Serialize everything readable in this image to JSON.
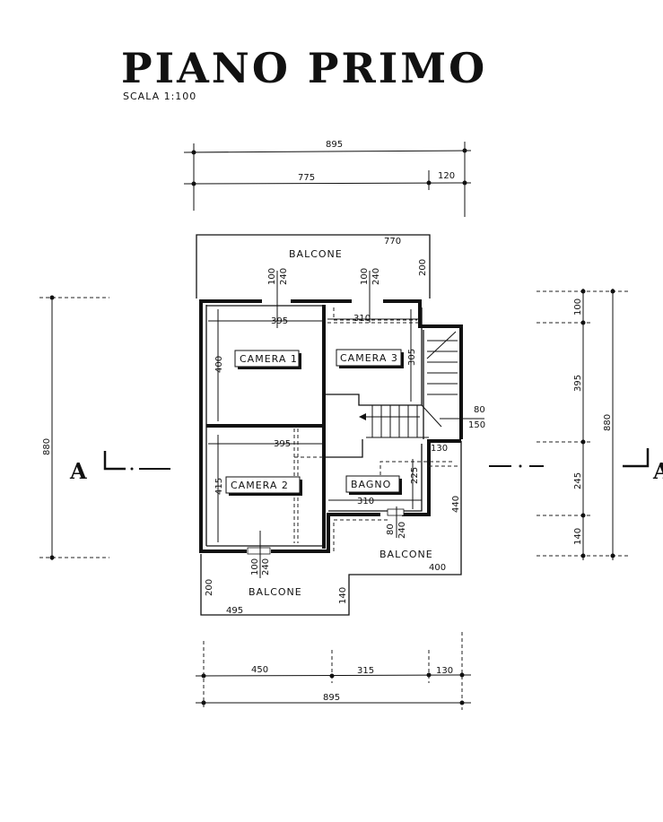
{
  "title": "PIANO PRIMO",
  "scale": "SCALA 1:100",
  "section_marker": "A",
  "rooms": {
    "camera1": "CAMERA 1",
    "camera2": "CAMERA 2",
    "camera3": "CAMERA 3",
    "bagno": "BAGNO",
    "balcone": "BALCONE"
  },
  "dims": {
    "top_total": "895",
    "top_a": "775",
    "top_b": "120",
    "bottom_total": "895",
    "bottom_a": "450",
    "bottom_b": "315",
    "bottom_c": "130",
    "left_total": "880",
    "right_total": "880",
    "right_a": "100",
    "right_b": "395",
    "right_c": "245",
    "right_d": "140",
    "balcony_top_w": "770",
    "balcony_top_h": "200",
    "cam1_w": "395",
    "cam1_h": "400",
    "cam3_w": "310",
    "cam3_h": "305",
    "cam2_w": "395",
    "cam2_h": "415",
    "bagno_w": "310",
    "bagno_h": "225",
    "stair_a": "80",
    "stair_b": "150",
    "bagno_side": "130",
    "win_a": "100",
    "win_b": "240",
    "win_bagno_a": "80",
    "balcony_right_w": "400",
    "balcony_right_h": "440",
    "balcony_bottom_w": "495",
    "balcony_bottom_h": "200",
    "balcony_bottom_step": "140"
  }
}
